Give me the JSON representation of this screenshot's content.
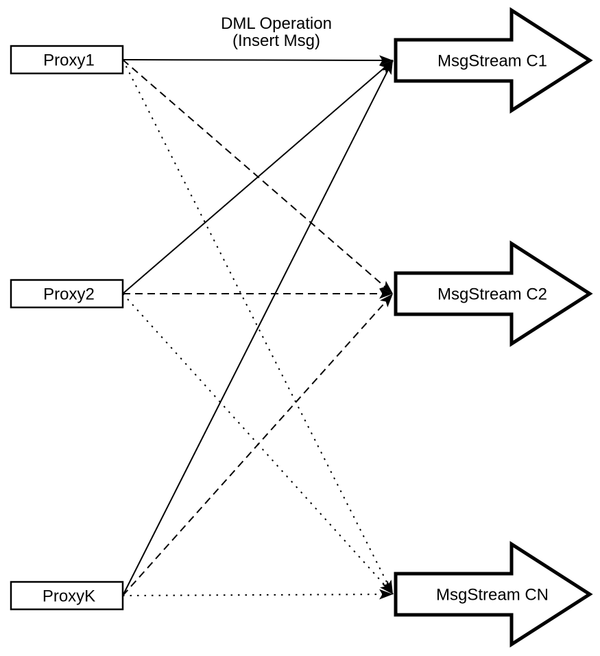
{
  "diagram": {
    "annotation": {
      "line1": "DML Operation",
      "line2": "(Insert Msg)"
    },
    "proxies": [
      {
        "id": "proxy1",
        "label": "Proxy1"
      },
      {
        "id": "proxy2",
        "label": "Proxy2"
      },
      {
        "id": "proxyk",
        "label": "ProxyK"
      }
    ],
    "streams": [
      {
        "id": "c1",
        "label": "MsgStream C1"
      },
      {
        "id": "c2",
        "label": "MsgStream C2"
      },
      {
        "id": "cn",
        "label": "MsgStream CN"
      }
    ],
    "edges": [
      {
        "from": "proxy1",
        "to": "c1",
        "style": "solid"
      },
      {
        "from": "proxy1",
        "to": "c2",
        "style": "dashed"
      },
      {
        "from": "proxy1",
        "to": "cn",
        "style": "dotted"
      },
      {
        "from": "proxy2",
        "to": "c1",
        "style": "solid"
      },
      {
        "from": "proxy2",
        "to": "c2",
        "style": "dashed"
      },
      {
        "from": "proxy2",
        "to": "cn",
        "style": "dotted"
      },
      {
        "from": "proxyk",
        "to": "c1",
        "style": "solid"
      },
      {
        "from": "proxyk",
        "to": "c2",
        "style": "dashed"
      },
      {
        "from": "proxyk",
        "to": "cn",
        "style": "dotted"
      }
    ],
    "colors": {
      "stroke": "#000000",
      "fill": "#ffffff"
    }
  }
}
